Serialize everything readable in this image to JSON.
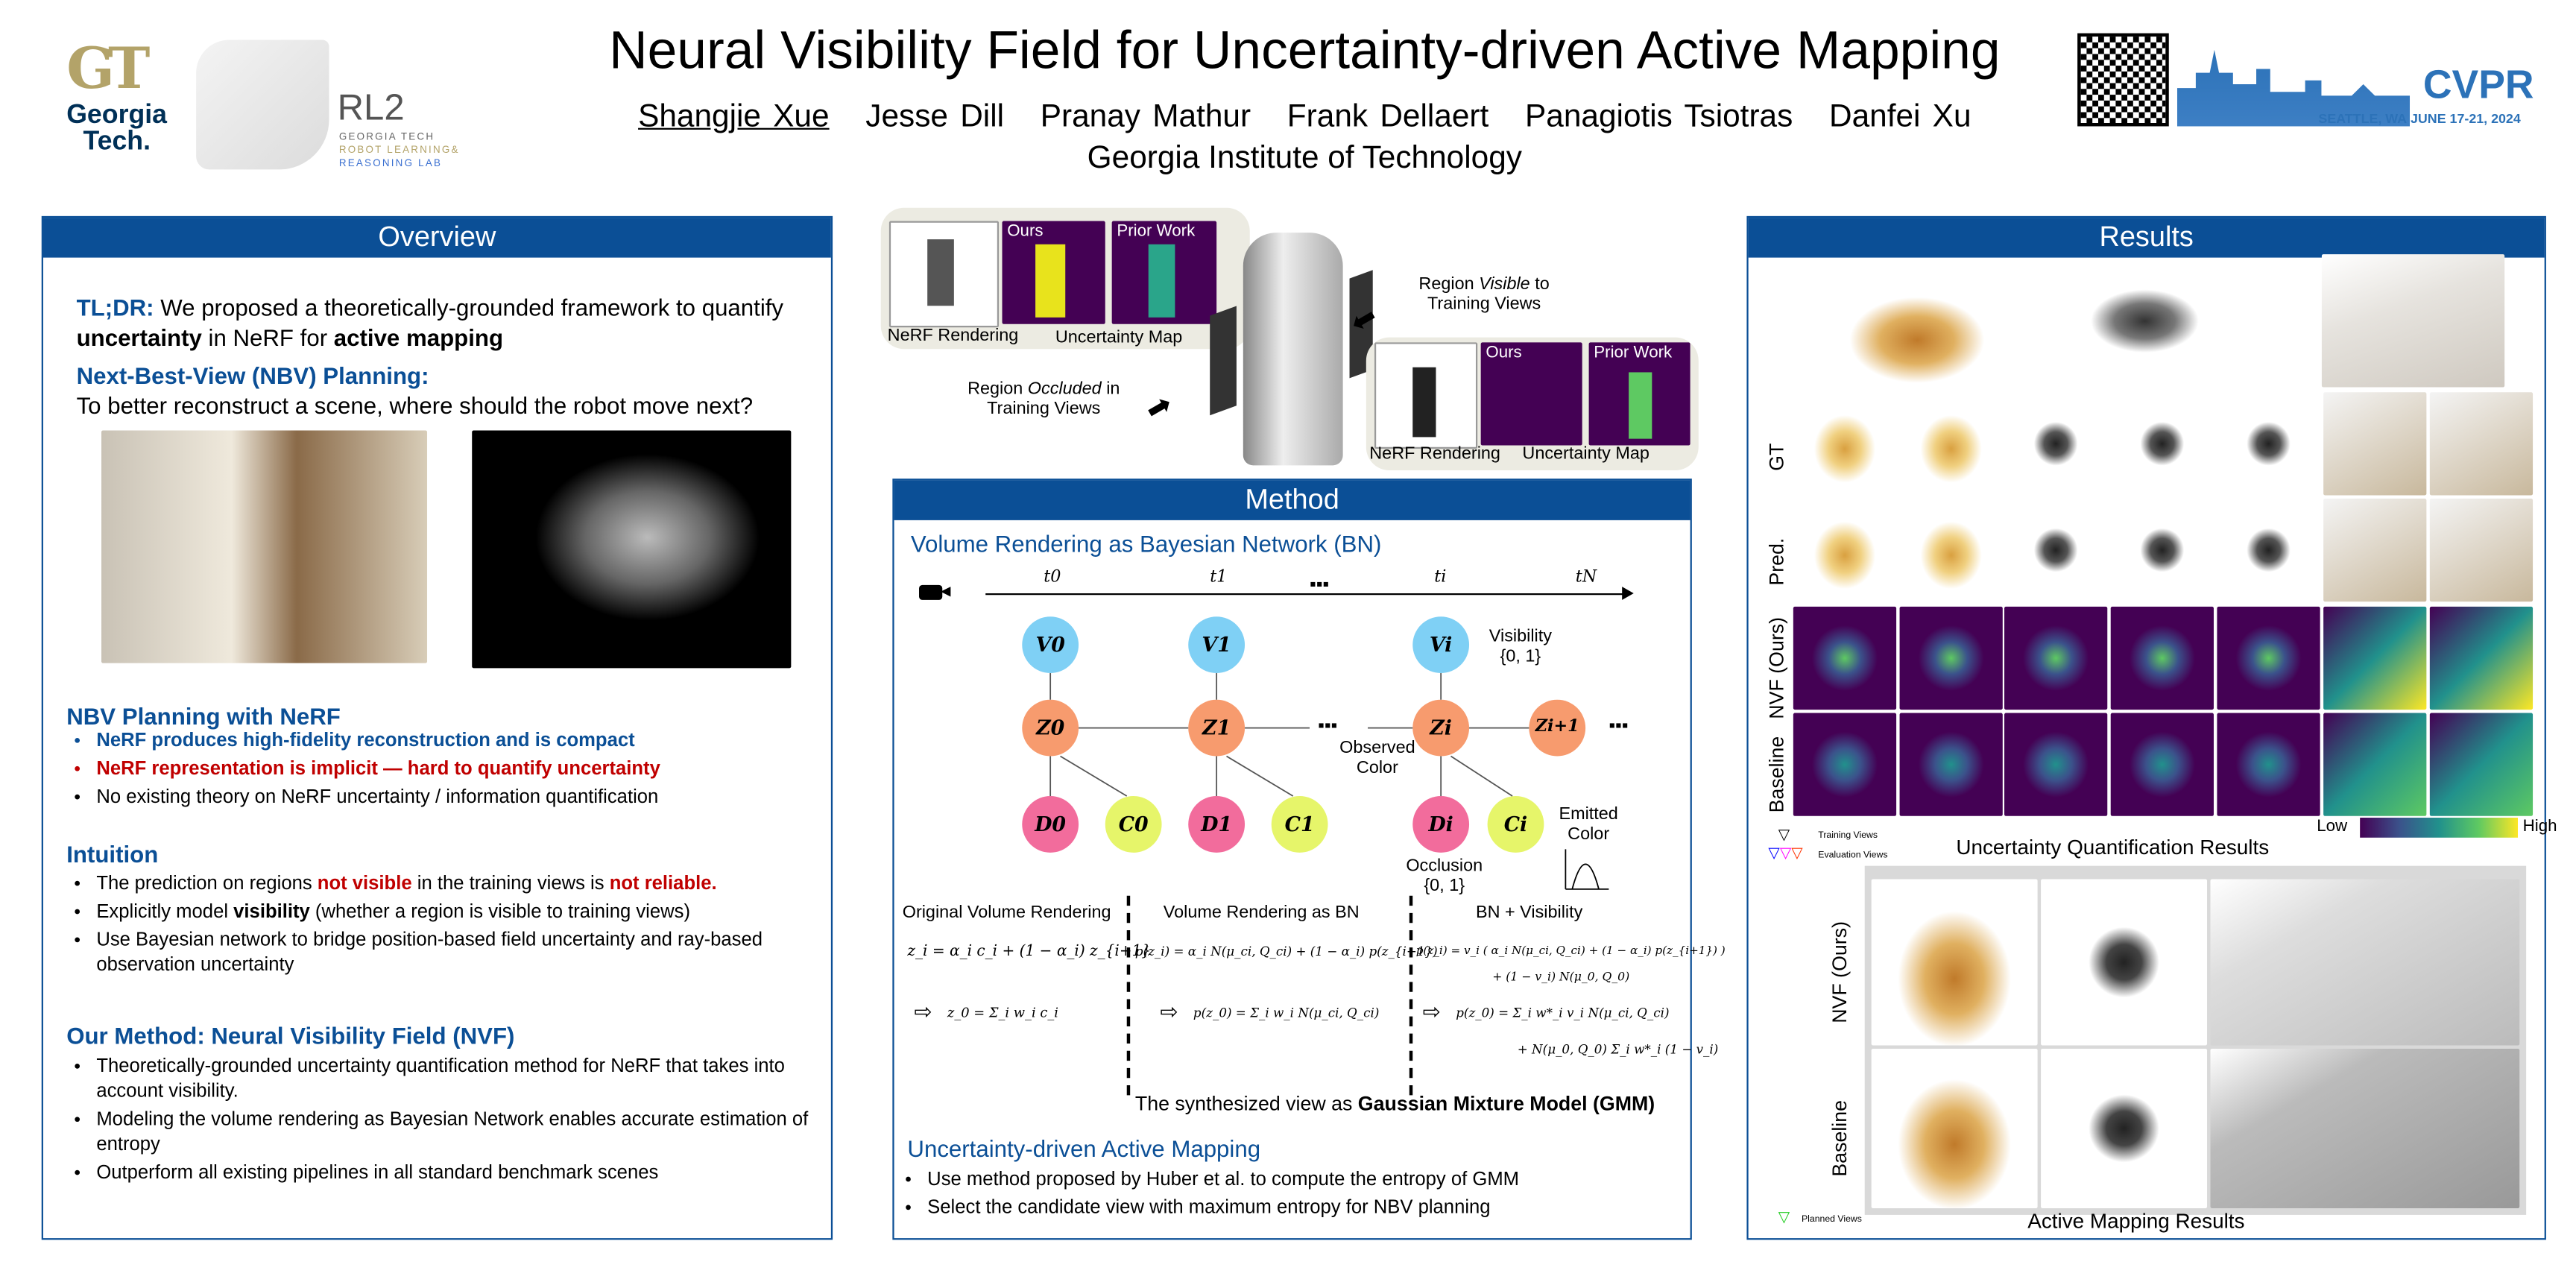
{
  "header": {
    "title": "Neural Visibility Field for Uncertainty-driven Active Mapping",
    "authors": [
      "Shangjie Xue",
      "Jesse Dill",
      "Pranay Mathur",
      "Frank Dellaert",
      "Panagiotis Tsiotras",
      "Danfei Xu"
    ],
    "affiliation": "Georgia Institute of Technology",
    "gt_logo": {
      "mark": "GT",
      "text1": "Georgia",
      "text2": "Tech."
    },
    "rl2_logo": {
      "name": "RL2",
      "line1": "GEORGIA TECH",
      "line2": "ROBOT LEARNING&",
      "line3": "REASONING LAB"
    },
    "cvpr": {
      "name": "CVPR",
      "place": "SEATTLE, WA",
      "dates": "JUNE 17-21, 2024"
    }
  },
  "overview": {
    "title": "Overview",
    "tldr_label": "TL;DR:",
    "tldr_a": " We proposed a theoretically-grounded framework to quantify ",
    "tldr_b": "uncertainty",
    "tldr_c": " in NeRF for ",
    "tldr_d": "active mapping",
    "nbv_title": "Next-Best-View (NBV) Planning:",
    "nbv_text": "To better reconstruct a scene, where should the robot move next?",
    "nerf_title": "NBV Planning with NeRF",
    "nerf_items": [
      "NeRF produces high-fidelity reconstruction and is compact",
      "NeRF representation is implicit — hard to quantify uncertainty",
      "No existing theory on NeRF uncertainty / information quantification"
    ],
    "intuition_title": "Intuition",
    "intuition_1a": "The prediction on regions ",
    "intuition_1b": "not visible",
    "intuition_1c": " in the training views is ",
    "intuition_1d": "not reliable.",
    "intuition_2a": "Explicitly model ",
    "intuition_2b": "visibility",
    "intuition_2c": " (whether a region is visible to training views)",
    "intuition_3": "Use Bayesian network to bridge position-based field uncertainty and ray-based observation uncertainty",
    "method_title": "Our Method: Neural Visibility Field (NVF)",
    "method_items": [
      "Theoretically-grounded uncertainty quantification method for NeRF that takes into account visibility.",
      "Modeling the volume rendering as Bayesian Network enables accurate estimation of entropy",
      "Outperform all existing pipelines in all standard benchmark scenes"
    ]
  },
  "teaser": {
    "nerf_rendering": "NeRF Rendering",
    "uncertainty_map": "Uncertainty Map",
    "ours": "Ours",
    "prior_work": "Prior Work",
    "visible_a": "Region ",
    "visible_b": "Visible",
    "visible_c": " to",
    "visible_d": "Training Views",
    "occluded_a": "Region ",
    "occluded_b": "Occluded",
    "occluded_c": " in",
    "occluded_d": "Training Views"
  },
  "method": {
    "title": "Method",
    "bn_title": "Volume Rendering as Bayesian Network (BN)",
    "timeline": [
      "t0",
      "t1",
      "ti",
      "tN"
    ],
    "dots": "▪▪▪",
    "nodes": {
      "v": [
        "V0",
        "V1",
        "Vi"
      ],
      "z": [
        "Z0",
        "Z1",
        "Zi",
        "Zi+1"
      ],
      "d": [
        "D0",
        "D1",
        "Di"
      ],
      "c": [
        "C0",
        "C1",
        "Ci"
      ]
    },
    "visibility_label": "Visibility",
    "visibility_set": "{0, 1}",
    "observed_color": "Observed",
    "observed_color2": "Color",
    "emitted_color": "Emitted",
    "emitted_color2": "Color",
    "occlusion": "Occlusion",
    "occlusion_set": "{0, 1}",
    "col_titles": [
      "Original Volume Rendering",
      "Volume Rendering as BN",
      "BN + Visibility"
    ],
    "eqs": [
      "z_i = α_i c_i + (1 − α_i) z_{i+1}",
      "p(z_i) = α_i N(μ_ci, Q_ci) + (1 − α_i) p(z_{i+1})",
      "p(z_i) = v_i ( α_i N(μ_ci, Q_ci) + (1 − α_i) p(z_{i+1}) )",
      "+ (1 − v_i) N(μ_0, Q_0)"
    ],
    "results": [
      "z_0 = Σ_i w_i c_i",
      "p(z_0) = Σ_i w_i N(μ_ci, Q_ci)",
      "p(z_0) = Σ_i w*_i v_i N(μ_ci, Q_ci)",
      "+ N(μ_0, Q_0) Σ_i w*_i (1 − v_i)"
    ],
    "gmm_a": "The synthesized view as ",
    "gmm_b": "Gaussian Mixture Model (GMM)",
    "active_title": "Uncertainty-driven Active Mapping",
    "active_items": [
      "Use method proposed by Huber et al. to compute the entropy of GMM",
      "Select the candidate view with maximum entropy for NBV planning"
    ]
  },
  "results": {
    "title": "Results",
    "row_labels": [
      "GT",
      "Pred.",
      "NVF (Ours)",
      "Baseline"
    ],
    "training_views": "Training Views",
    "evaluation_views": "Evaluation Views",
    "colorbar_low": "Low",
    "colorbar_high": "High",
    "colormap": [
      "#440154",
      "#3b528b",
      "#21918c",
      "#5ec962",
      "#fde725"
    ],
    "uq_title": "Uncertainty Quantification Results",
    "am_row_labels": [
      "NVF (Ours)",
      "Baseline"
    ],
    "planned_views": "Planned Views",
    "am_title": "Active Mapping Results"
  }
}
